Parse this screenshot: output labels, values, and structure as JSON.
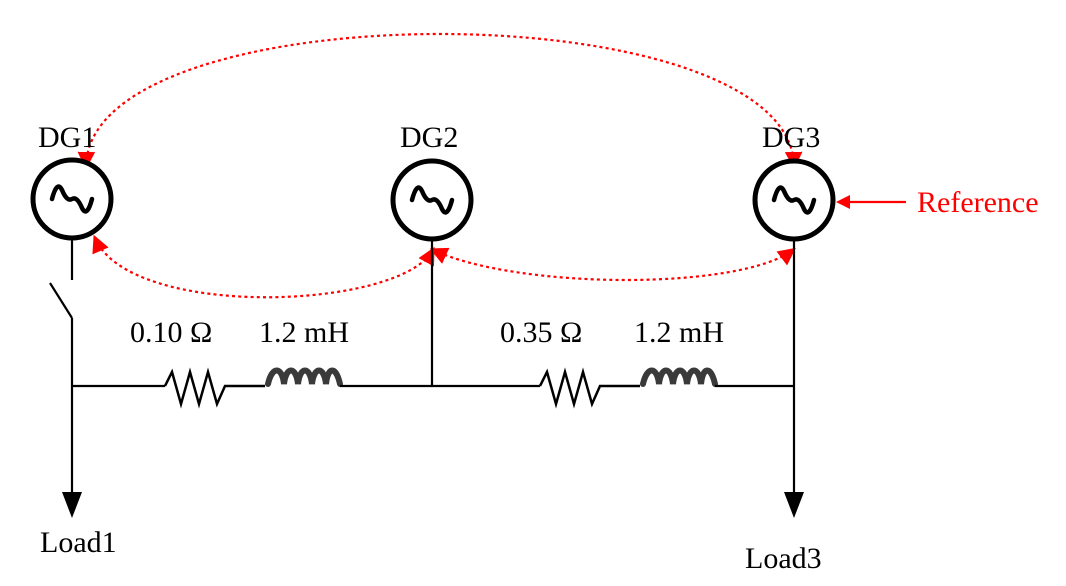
{
  "generators": {
    "dg1": {
      "label": "DG1"
    },
    "dg2": {
      "label": "DG2"
    },
    "dg3": {
      "label": "DG3"
    }
  },
  "reference_label": "Reference",
  "line1": {
    "resistance": "0.10 Ω",
    "inductance": "1.2 mH"
  },
  "line2": {
    "resistance": "0.35 Ω",
    "inductance": "1.2 mH"
  },
  "loads": {
    "load1": "Load1",
    "load3": "Load3"
  },
  "colors": {
    "wire": "#000000",
    "communication": "#ff0000",
    "inductor": "#3a3a3a"
  }
}
